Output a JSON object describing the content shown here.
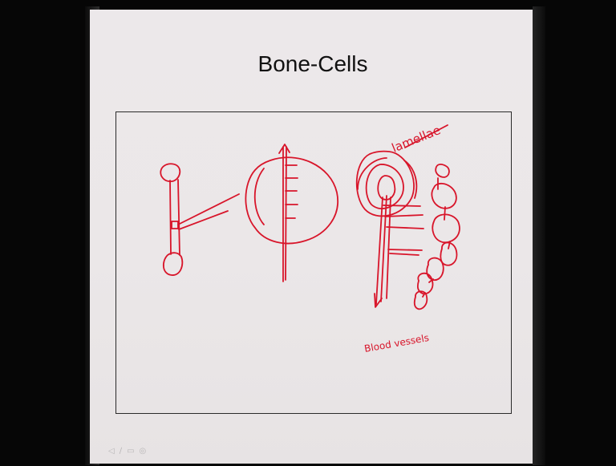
{
  "slide": {
    "title": "Bone-Cells"
  },
  "annotations": {
    "lamellae": "lamellae",
    "blood_vessels": "Blood vessels"
  },
  "toolbar": {
    "icons": [
      "arrow-icon",
      "pen-icon",
      "menu-icon",
      "circle-icon"
    ],
    "glyphs": [
      "◁",
      "∕",
      "▭",
      "◎"
    ]
  },
  "colors": {
    "ink": "#d8152a",
    "slide": "#ebe7e8",
    "background": "#060606"
  }
}
